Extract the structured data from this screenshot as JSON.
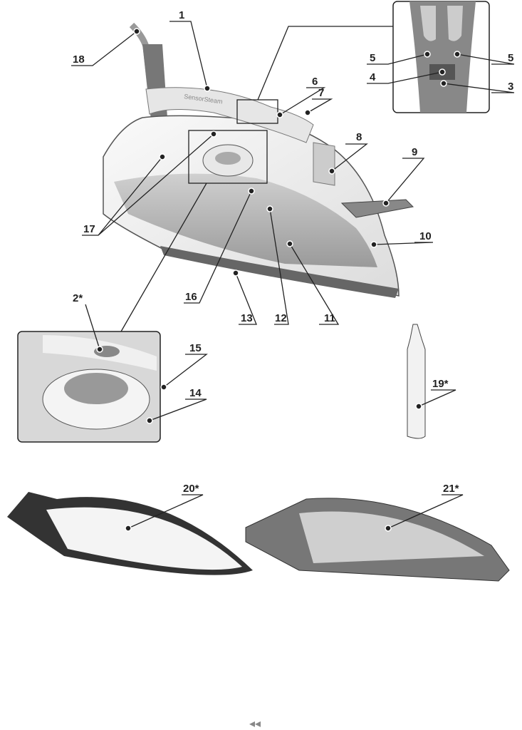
{
  "labels": {
    "l1": "1",
    "l2": "2*",
    "l3": "3",
    "l4": "4",
    "l5a": "5",
    "l5b": "5",
    "l6": "6",
    "l7": "7",
    "l8": "8",
    "l9": "9",
    "l10": "10",
    "l11": "11",
    "l12": "12",
    "l13": "13",
    "l14": "14",
    "l15": "15",
    "l16": "16",
    "l17": "17",
    "l18": "18",
    "l19": "19*",
    "l20": "20*",
    "l21": "21*"
  },
  "iron_brand_text": "SensorSteam",
  "page_nav": "◂◂",
  "colors": {
    "line": "#222222",
    "body_light": "#f2f2f2",
    "body_mid": "#bdbdbd",
    "body_dark": "#8a8a8a"
  }
}
